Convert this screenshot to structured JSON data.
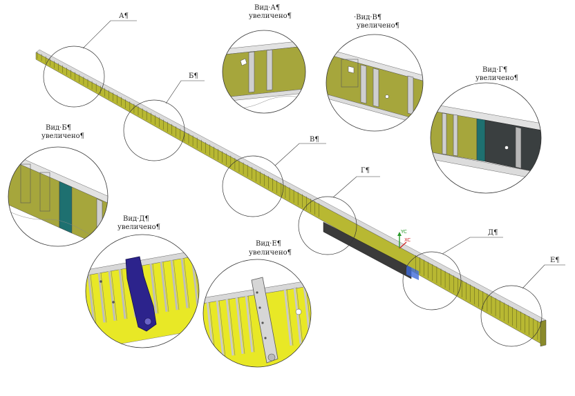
{
  "colors": {
    "beam_yellow": "#b8b832",
    "beam_dark": "#3a3a3a",
    "panel_olive": "#a6a63c",
    "panel_yellow": "#e8e826",
    "teal": "#1e7070",
    "bracket_blue": "#2c238c",
    "rib_grey": "#c4c4c4"
  },
  "callouts": {
    "a": "А¶",
    "b": "Б¶",
    "v": "В¶",
    "g": "Г¶",
    "d": "Д¶",
    "e": "Е¶"
  },
  "views": {
    "a": {
      "title": "Вид·А¶",
      "subtitle": "увеличено¶"
    },
    "v": {
      "title": "·Вид·В¶",
      "subtitle": "увеличено¶"
    },
    "g": {
      "title": "Вид·Г¶",
      "subtitle": "увеличено¶"
    },
    "b": {
      "title": "Вид·Б¶",
      "subtitle": "увеличено¶"
    },
    "d": {
      "title": "Вид·Д¶",
      "subtitle": "увеличено¶"
    },
    "e": {
      "title": "Вид·Е¶",
      "subtitle": "увеличено¶"
    }
  },
  "axes": {
    "yc": "YC",
    "xc": "XC"
  }
}
